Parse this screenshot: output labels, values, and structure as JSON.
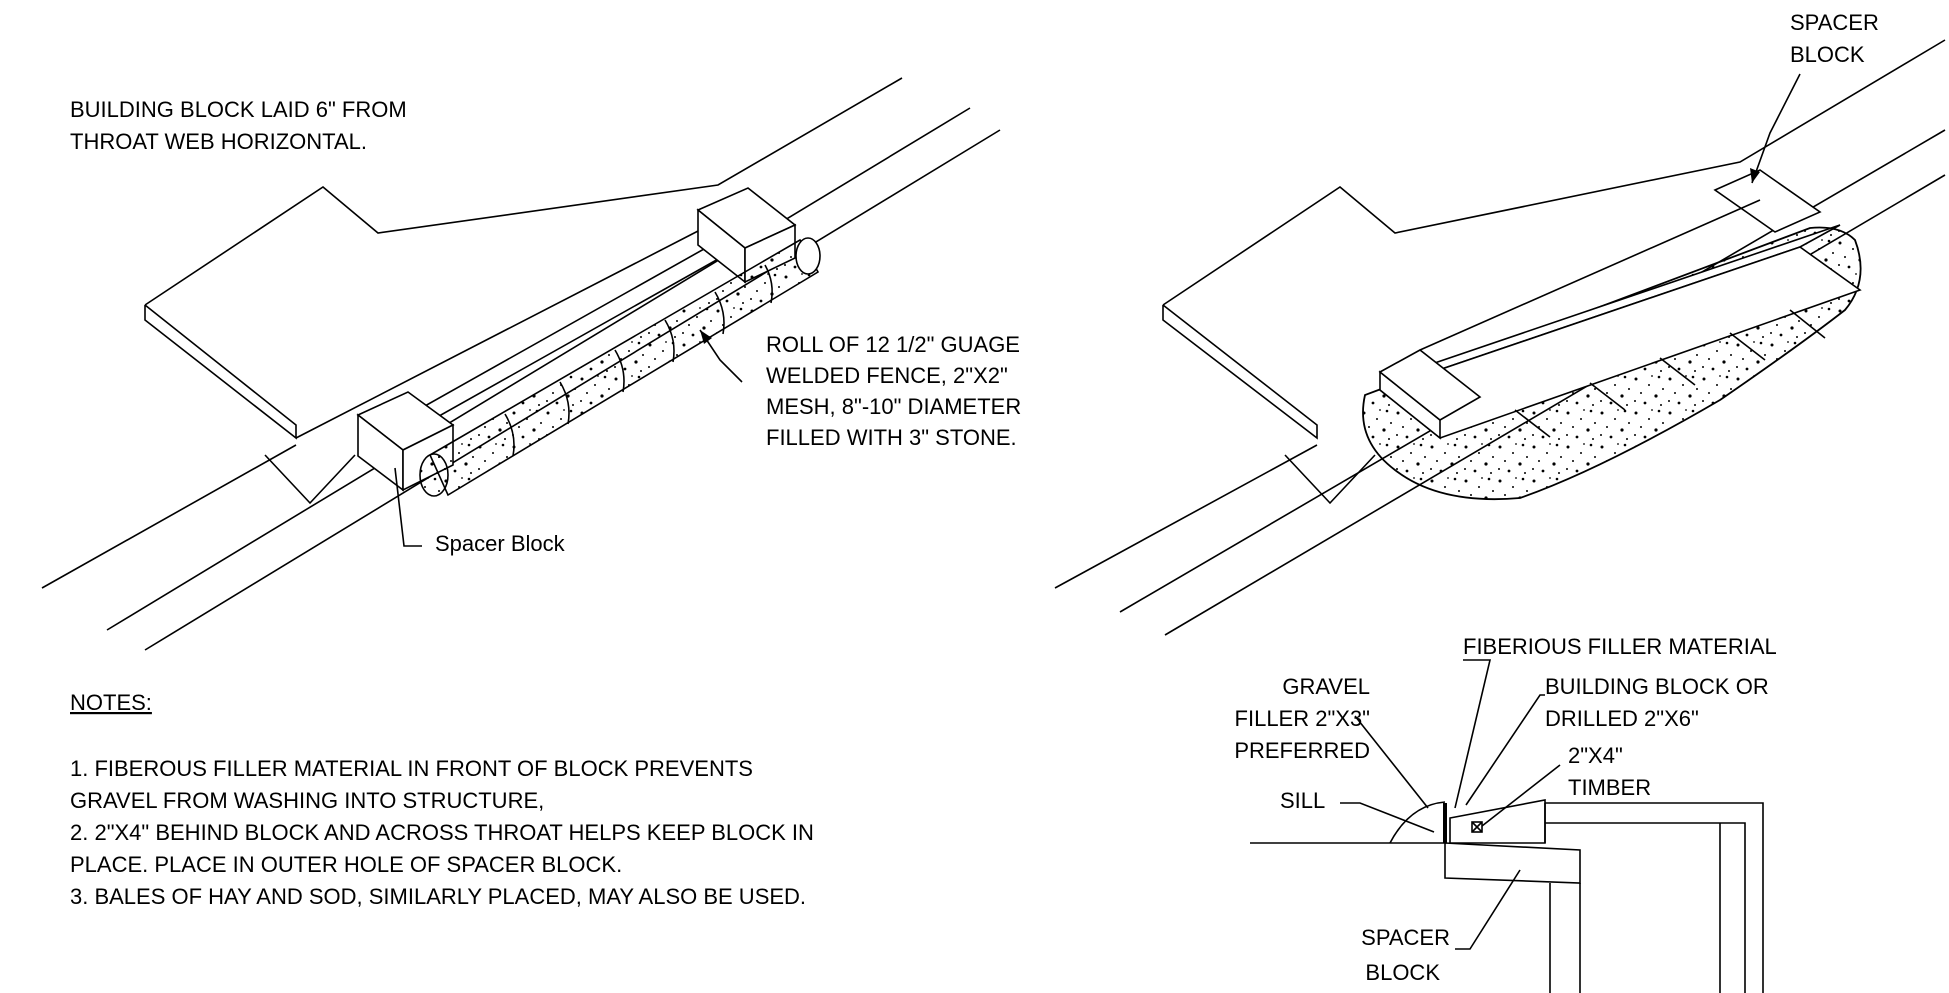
{
  "left_view": {
    "heading_line1": "BUILDING BLOCK LAID 6\" FROM",
    "heading_line2": "THROAT WEB HORIZONTAL.",
    "roll_label": [
      "ROLL OF 12 1/2\" GUAGE",
      "WELDED FENCE, 2\"X2\"",
      "MESH, 8\"-10\" DIAMETER",
      "FILLED WITH 3\" STONE."
    ],
    "spacer_label": "Spacer Block"
  },
  "right_view": {
    "spacer_label": [
      "SPACER",
      "BLOCK"
    ]
  },
  "notes": {
    "title": "NOTES:",
    "lines": [
      "1. FIBEROUS FILLER MATERIAL IN FRONT OF BLOCK PREVENTS",
      "GRAVEL FROM WASHING INTO STRUCTURE,",
      "2. 2\"X4\" BEHIND BLOCK AND ACROSS THROAT HELPS KEEP BLOCK IN",
      "PLACE. PLACE IN OUTER HOLE OF SPACER BLOCK.",
      "3. BALES OF HAY AND SOD, SIMILARLY PLACED, MAY ALSO BE USED."
    ]
  },
  "section": {
    "fiber_label": "FIBERIOUS FILLER MATERIAL",
    "gravel_label": [
      "GRAVEL",
      "FILLER 2\"X3\"",
      "PREFERRED"
    ],
    "block_label": [
      "BUILDING BLOCK OR",
      "DRILLED 2\"X6\""
    ],
    "timber_label": [
      "2\"X4\"",
      "TIMBER"
    ],
    "sill_label": "SILL",
    "spacer_label": [
      "SPACER",
      "BLOCK"
    ]
  }
}
